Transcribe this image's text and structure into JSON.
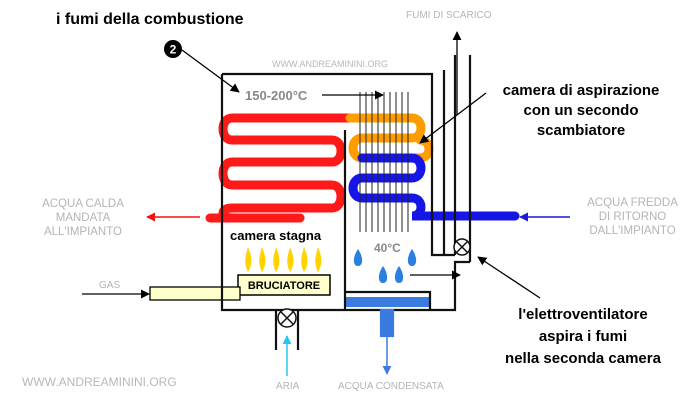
{
  "title": "i fumi della combustione",
  "badge_number": "2",
  "watermark_top": "WWW.ANDREAMININI.ORG",
  "watermark_bottom": "WWW.ANDREAMININI.ORG",
  "labels": {
    "fumi_scarico": "FUMI DI SCARICO",
    "temp_high": "150-200°C",
    "temp_low": "40°C",
    "camera_aspirazione": [
      "camera di aspirazione",
      "con un secondo",
      "scambiatore"
    ],
    "acqua_calda": [
      "ACQUA CALDA",
      "MANDATA",
      "ALL'IMPIANTO"
    ],
    "acqua_fredda": [
      "ACQUA FREDDA",
      "DI RITORNO",
      "DALL'IMPIANTO"
    ],
    "camera_stagna": "camera stagna",
    "gas": "GAS",
    "bruciatore": "BRUCIATORE",
    "elettroventilatore": [
      "l'elettroventilatore",
      "aspira i fumi",
      "nella seconda camera"
    ],
    "aria": "ARIA",
    "acqua_condensata": "ACQUA CONDENSATA"
  },
  "colors": {
    "hot_coil": "#ff1a1a",
    "warm_coil": "#ff9d00",
    "cold_coil": "#1515e6",
    "arrow_red": "#ee1111",
    "arrow_blue": "#1a1ad9",
    "arrow_cyan": "#22c8f0",
    "condensate": "#3a7be0",
    "flame": "#ffd200",
    "burner": "#ffffcc"
  }
}
